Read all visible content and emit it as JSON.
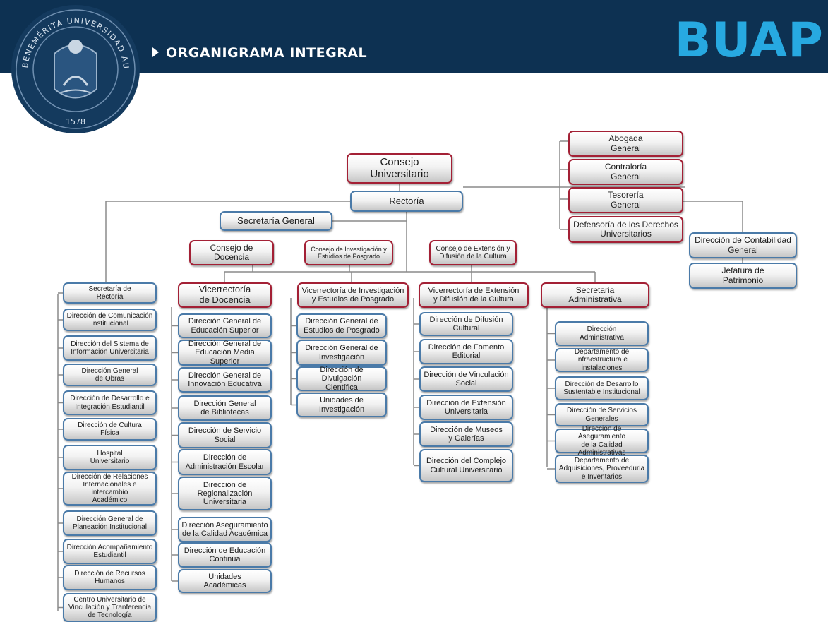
{
  "header": {
    "title": "ORGANIGRAMA INTEGRAL",
    "logo": "BUAP",
    "seal_text": "BENEMÉRITA UNIVERSIDAD AUTÓNOMA DE PUEBLA",
    "seal_year": "1578",
    "colors": {
      "banner": "#0d3152",
      "logo": "#27a9e1",
      "red_border": "#a32035",
      "blue_border": "#4a7aa8"
    }
  },
  "nodes": {
    "consejo_universitario": "Consejo Universitario",
    "rectoria": "Rectoría",
    "abogada_general": "Abogada\nGeneral",
    "contraloria_general": "Contraloría\nGeneral",
    "tesoreria_general": "Tesorería\nGeneral",
    "defensoria": "Defensoría de los Derechos\nUniversitarios",
    "direccion_contabilidad": "Dirección de Contabilidad\nGeneral",
    "jefatura_patrimonio": "Jefatura de\nPatrimonio",
    "secretaria_general": "Secretaría General",
    "consejo_docencia": "Consejo de\nDocencia",
    "consejo_investigacion": "Consejo de Investigación y\nEstudios de Posgrado",
    "consejo_extension": "Consejo de Extensión y\nDifusión de la Cultura",
    "vicerrectoria_docencia": "Vicerrectoría\nde Docencia",
    "vicerrectoria_investigacion": "Vicerrectoría de Investigación\ny Estudios de Posgrado",
    "vicerrectoria_extension": "Vicerrectoría de Extensión\ny Difusión de la Cultura",
    "secretaria_administrativa": "Secretaria\nAdministrativa"
  },
  "rectoria_units": [
    "Secretaría de\nRectoría",
    "Dirección de Comunicación\nInstitucional",
    "Dirección del Sistema de\nInformación Universitaria",
    "Dirección General\nde Obras",
    "Dirección de Desarrollo e\nIntegración Estudiantil",
    "Dirección de Cultura\nFísica",
    "Hospital\nUniversitario",
    "Dirección de Relaciones\nInternacionales e intercambio\nAcadémico",
    "Dirección General de\nPlaneación Institucional",
    "Dirección Acompañamiento\nEstudiantil",
    "Dirección de Recursos\nHumanos",
    "Centro Universitario de\nVinculación y Tranferencia\nde Tecnología"
  ],
  "docencia_units": [
    "Dirección General de\nEducación Superior",
    "Dirección General de\nEducación Media Superior",
    "Dirección General de\nInnovación Educativa",
    "Dirección General\nde Bibliotecas",
    "Dirección de Servicio\nSocial",
    "Dirección de\nAdministración Escolar",
    "Dirección de\nRegionalización\nUniversitaria",
    "Dirección Aseguramiento\nde la Calidad Académica",
    "Dirección de Educación\nContinua",
    "Unidades\nAcadémicas"
  ],
  "investigacion_units": [
    "Dirección General de\nEstudios de Posgrado",
    "Dirección General de\nInvestigación",
    "Dirección de Divulgación\nCientífica",
    "Unidades de\nInvestigación"
  ],
  "extension_units": [
    "Dirección de Difusión\nCultural",
    "Dirección de Fomento\nEditorial",
    "Dirección de Vinculación\nSocial",
    "Dirección de Extensión\nUniversitaria",
    "Dirección de Museos\ny Galerías",
    "Dirección del Complejo\nCultural Universitario"
  ],
  "administrativa_units": [
    "Dirección\nAdministrativa",
    "Departamento de\nInfraestructura e instalaciones",
    "Dirección de Desarrollo\nSustentable Institucional",
    "Dirección de Servicios\nGenerales",
    "Dirección de Aseguramiento\nde la Calidad Administrativas",
    "Departamento de\nAdquisiciones, Proveeduria\ne Inventarios"
  ]
}
